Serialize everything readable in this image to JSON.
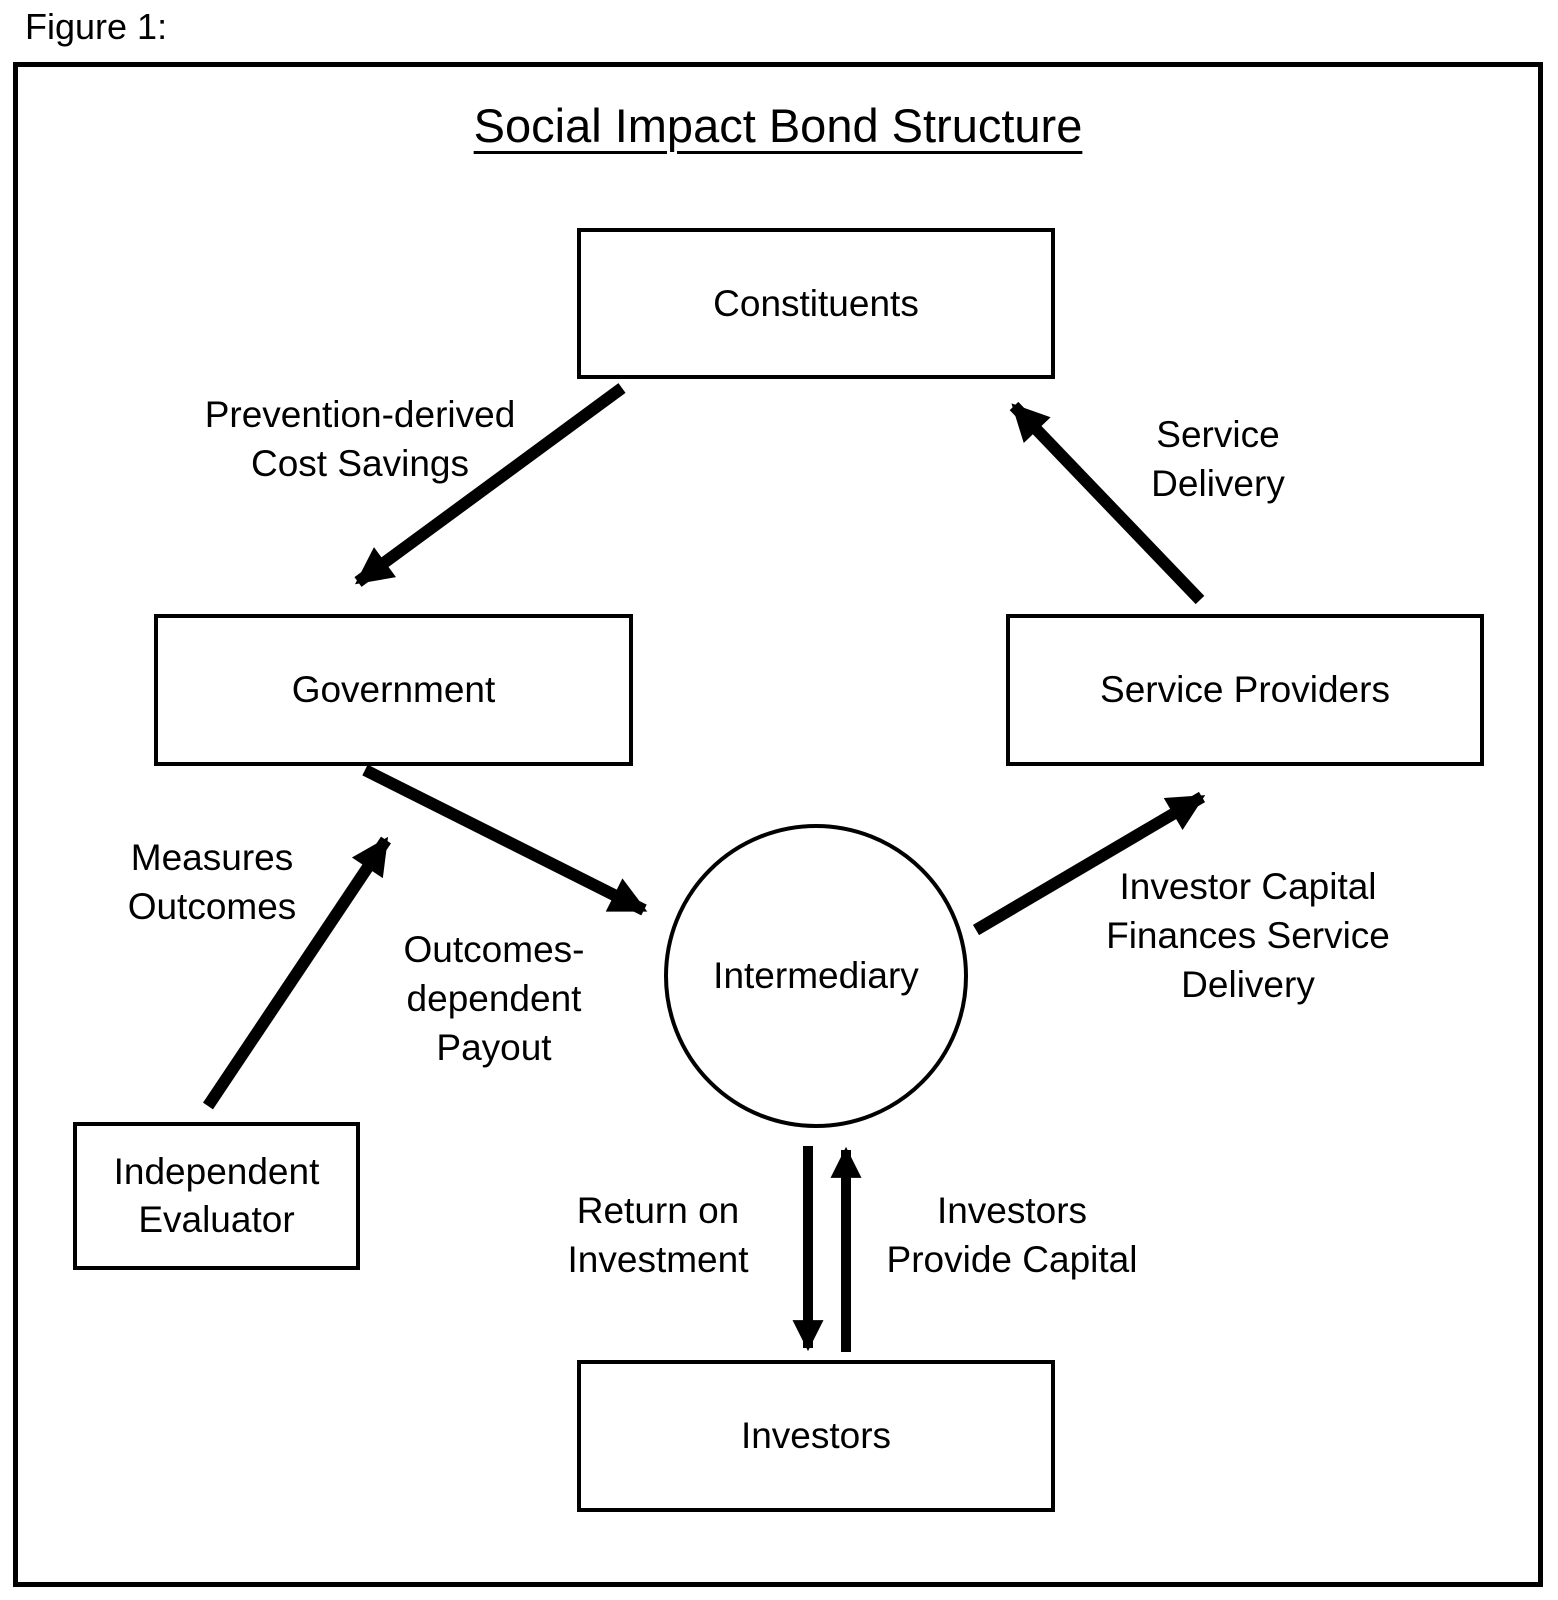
{
  "figure_label": "Figure 1:",
  "title": "Social Impact Bond Structure",
  "nodes": {
    "constituents": {
      "label": "Constituents",
      "shape": "rect"
    },
    "government": {
      "label": "Government",
      "shape": "rect"
    },
    "service_providers": {
      "label": "Service Providers",
      "shape": "rect"
    },
    "intermediary": {
      "label": "Intermediary",
      "shape": "circle"
    },
    "independent_evaluator": {
      "label": "Independent\nEvaluator",
      "shape": "rect"
    },
    "investors": {
      "label": "Investors",
      "shape": "rect"
    }
  },
  "edges": [
    {
      "from": "constituents",
      "to": "government",
      "label": "Prevention-derived\nCost Savings"
    },
    {
      "from": "service_providers",
      "to": "constituents",
      "label": "Service\nDelivery"
    },
    {
      "from": "government",
      "to": "intermediary",
      "label": "Outcomes-\ndependent\nPayout"
    },
    {
      "from": "independent_evaluator",
      "to": "government",
      "label": "Measures\nOutcomes"
    },
    {
      "from": "intermediary",
      "to": "service_providers",
      "label": "Investor Capital\nFinances Service\nDelivery"
    },
    {
      "from": "intermediary",
      "to": "investors",
      "label": "Return on\nInvestment"
    },
    {
      "from": "investors",
      "to": "intermediary",
      "label": "Investors\nProvide Capital"
    }
  ],
  "colors": {
    "ink": "#000000",
    "paper": "#ffffff"
  }
}
